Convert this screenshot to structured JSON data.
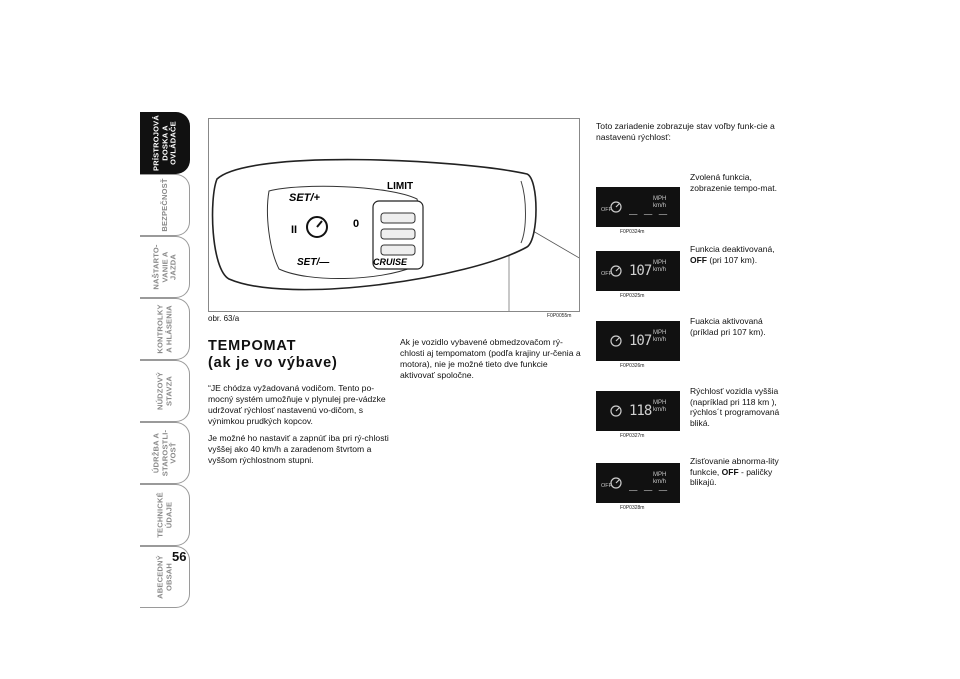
{
  "side_tabs": [
    {
      "label": "PRÍSTROJOVÁ\nDOSKA A\nOVLÁDAČE",
      "active": true
    },
    {
      "label": "BEZPEČNOSŤ",
      "active": false
    },
    {
      "label": "NAŠTARTO-\nVANIE A\nJAZDA",
      "active": false
    },
    {
      "label": "KONTROLKY\nA HLÁSENIA",
      "active": false
    },
    {
      "label": "NÚDZOVÝ\nSTAVZA",
      "active": false
    },
    {
      "label": "ÚDRŽBA A\nSTAROSTLI-\nVOSŤ",
      "active": false
    },
    {
      "label": "TECHNICKÉ\nÚDAJE",
      "active": false
    },
    {
      "label": "ABECEDNÝ\nOBSAH",
      "active": false
    }
  ],
  "page_number": "56",
  "figure": {
    "caption": "obr. 63/a",
    "code": "F0P0055m",
    "labels": {
      "set_plus": "SET/+",
      "set_minus": "SET/—",
      "limit": "LIMIT",
      "cruise": "CRUISE",
      "pause": "II",
      "zero": "0"
    }
  },
  "section": {
    "title_line1": "TEMPOMAT",
    "title_line2": "(ak je vo výbave)",
    "col1_p1": "“JE chódza vyžadovaná vodičom. Tento po-mocný systém umožňuje v plynulej pre-vádzke udržovať rýchlosť nastavenú vo-dičom, s výnimkou prudkých kopcov.",
    "col1_p2": "Je možné ho nastaviť a zapnúť iba pri rý-chlosti vyššej ako 40 km/h a zaradenom štvrtom a vyššom rýchlostnom stupni.",
    "col2_p1": "Ak je vozidlo vybavené obmedzovačom rý-chlosti aj tempomatom (podľa krajiny ur-čenia a motora), nie je možné tieto dve funkcie aktivovať spoločne."
  },
  "intro": "Toto zariadenie zobrazuje stav voľby funk-cie a nastavenú rýchlosť:",
  "displays": [
    {
      "off": "OFF",
      "digits": "_ _ _",
      "mph": "MPH",
      "kmh": "km/h",
      "code": "F0P0324m",
      "desc": "Zvolená funkcia, zobrazenie tempo-mat.",
      "desc_bold": "",
      "desc_after": ""
    },
    {
      "off": "OFF",
      "digits": "107",
      "mph": "MPH",
      "kmh": "km/h",
      "code": "F0P0325m",
      "desc": "Funkcia deaktivovaná, ",
      "desc_bold": "OFF",
      "desc_after": " (pri 107 km)."
    },
    {
      "off": "",
      "digits": "107",
      "mph": "MPH",
      "kmh": "km/h",
      "code": "F0P0326m",
      "desc": "Fuakcia aktivovaná (príklad pri 107 km).",
      "desc_bold": "",
      "desc_after": ""
    },
    {
      "off": "",
      "digits": "118",
      "mph": "MPH",
      "kmh": "km/h",
      "code": "F0P0327m",
      "desc": "Rýchlosť vozidla vyššia (napríklad pri 118 km ), rýchlos´t programovaná bliká.",
      "desc_bold": "",
      "desc_after": ""
    },
    {
      "off": "OFF",
      "digits": "_ _ _",
      "mph": "MPH",
      "kmh": "km/h",
      "code": "F0P0328m",
      "desc": "Zisťovanie abnorma-lity funkcie, ",
      "desc_bold": "OFF",
      "desc_after": " - paličky blikajú."
    }
  ],
  "colors": {
    "display_bg": "#111111",
    "tab_active": "#111111",
    "tab_text": "#8a8a8a"
  }
}
